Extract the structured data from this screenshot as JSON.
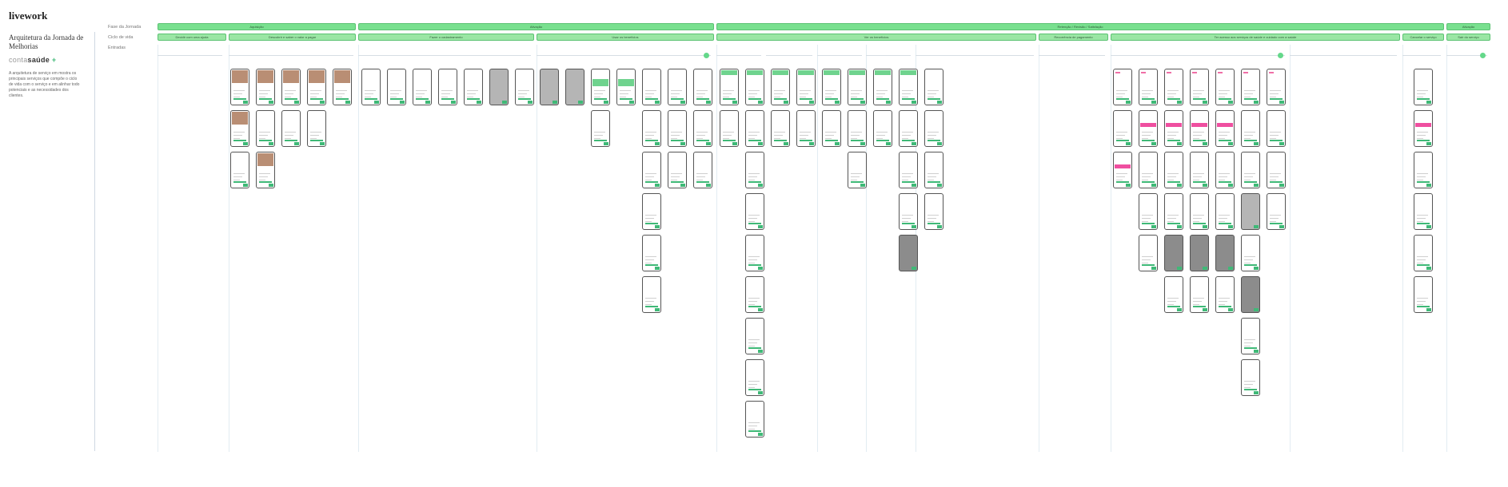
{
  "sidebar": {
    "brand": "livework",
    "title": "Arquitetura da Jornada de Melhorias",
    "logo": {
      "light": "conta",
      "strong": "saúde",
      "mark": "+"
    },
    "description": "A arquitetura de serviço em mostra os principais serviços que compõe o ciclo de vida com o serviço e em alinhar todo potenciais e as necessidades dos clientes."
  },
  "row_labels": [
    "Fase da Jornada",
    "Ciclo de vida",
    "Entradas"
  ],
  "phases": [
    {
      "label": "Aquisição"
    },
    {
      "label": "Ativação"
    },
    {
      "label": "Retenção / Revisão / Satisfação"
    },
    {
      "label": "Ativação"
    }
  ],
  "lifecycle": [
    {
      "label": "Decidir com uma ajuda"
    },
    {
      "label": "Descobrir e saber o valor a pagar"
    },
    {
      "label": "Fazer o cadastramento"
    },
    {
      "label": "Usar os benefícios"
    },
    {
      "label": "Ver os benefícios"
    },
    {
      "label": "Recorrência de pagamento"
    },
    {
      "label": "Ter acesso aos serviços de saúde e cuidado com a saúde"
    },
    {
      "label": "Cancelar o serviço"
    },
    {
      "label": "Sair do serviço"
    }
  ],
  "colors": {
    "accent": "#79e08f",
    "accent_dark": "#3fb977",
    "highlight": "#ef4fa0",
    "blue_text": "#5aa8e0"
  }
}
